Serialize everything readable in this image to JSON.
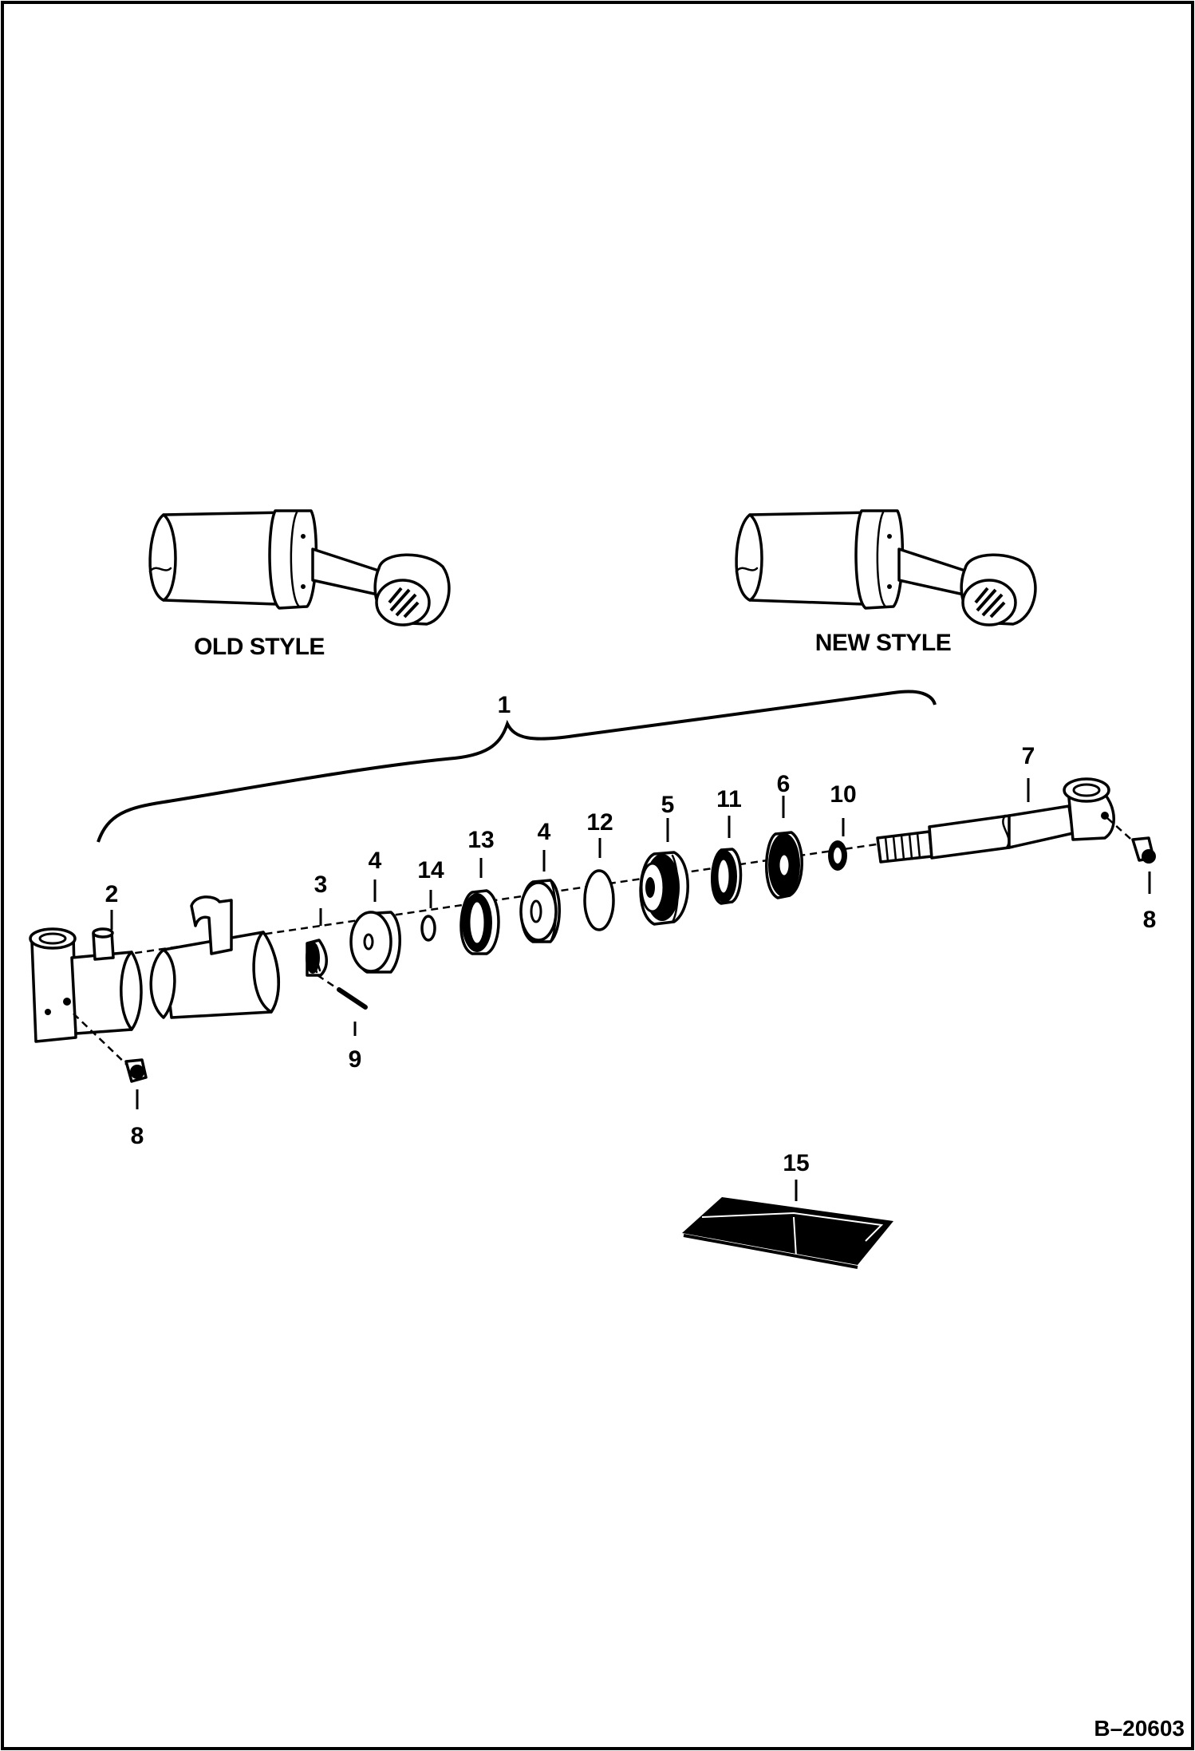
{
  "styles": {
    "old": "OLD STYLE",
    "new": "NEW STYLE"
  },
  "callouts": {
    "assembly": "1",
    "barrel": "2",
    "nut": "3",
    "head_a": "4",
    "head_b": "4",
    "piston": "5",
    "wiper": "6",
    "rod": "7",
    "fitting_right": "8",
    "fitting_left": "8",
    "setscrew": "9",
    "oring_small": "10",
    "seal_ring": "11",
    "oring_large": "12",
    "seal": "13",
    "oring_tiny": "14",
    "seal_kit": "15"
  },
  "figure_id": "B–20603"
}
